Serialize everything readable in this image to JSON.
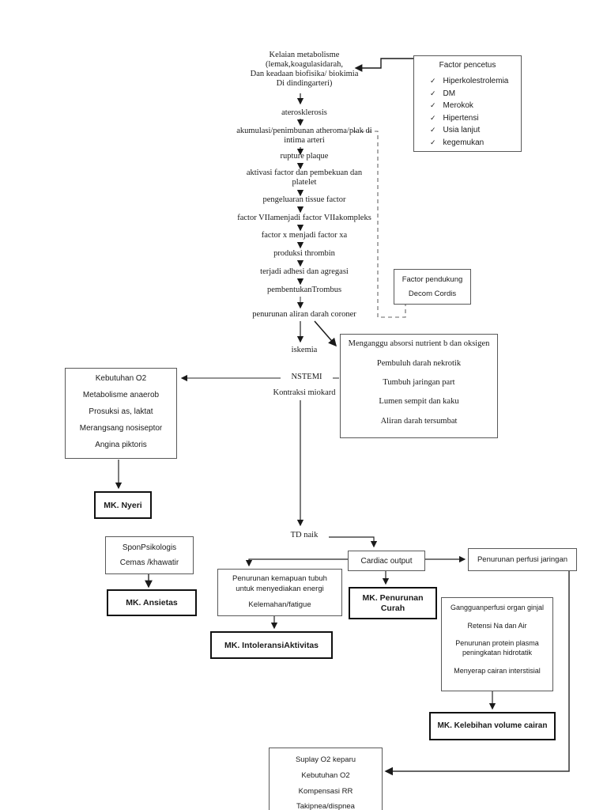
{
  "colors": {
    "bold_border": "#111111",
    "box_border": "#595959",
    "line": "#262626",
    "dashed_line": "#666666",
    "background": "#ffffff"
  },
  "icons": {
    "check_icon": "✓"
  },
  "top_block": {
    "lines": [
      "Kelaian metabolisme",
      "(lemak,koagulasidarah,",
      "Dan keadaan biofisika/ biokimia",
      "Di dindingarteri)"
    ]
  },
  "chain": [
    "aterosklerosis",
    "akumulasi/penimbunan atheroma/plak di intima arteri",
    "rupture plaque",
    "aktivasi factor dan pembekuan dan platelet",
    "pengeluaran tissue factor",
    "factor VIIamenjadi factor VIIakompleks",
    "factor x menjadi factor xa",
    "produksi thrombin",
    "terjadi adhesi dan agregasi",
    "pembentukanTrombus",
    "penurunan aliran darah coroner",
    "iskemia",
    "NSTEMI",
    "Kontraksi miokard",
    "TD naik"
  ],
  "factor_pencetus": {
    "title": "Factor pencetus",
    "items": [
      "Hiperkolestrolemia",
      "DM",
      "Merokok",
      "Hipertensi",
      "Usia lanjut",
      "kegemukan"
    ]
  },
  "factor_pendukung": {
    "title": "Factor pendukung",
    "subtitle": "Decom Cordis"
  },
  "vascular_box": {
    "lines": [
      "Menganggu absorsi nutrient b dan oksigen",
      "Pembuluh darah nekrotik",
      "Tumbuh jaringan part",
      "Lumen sempit dan kaku",
      "Aliran darah tersumbat"
    ]
  },
  "o2_box": {
    "lines": [
      "Kebutuhan O2",
      "Metabolisme anaerob",
      "Prosuksi as, laktat",
      "Merangsang nosiseptor",
      "Angina piktoris"
    ]
  },
  "mk_nyeri": "MK. Nyeri",
  "psiko_box": {
    "line1": "SponPsikologis",
    "line2": "Cemas /khawatir"
  },
  "mk_ansietas": "MK. Ansietas",
  "cardiac_output": "Cardiac output",
  "perfusi_box": "Penurunan perfusi jaringan",
  "energy_box": {
    "line1": "Penurunan kemapuan tubuh",
    "line2": "untuk menyediakan energi",
    "line3": "Kelemahan/fatigue"
  },
  "mk_intoleransi": "MK. IntoleransiAktivitas",
  "mk_curah": {
    "line1": "MK. Penurunan",
    "line2": "Curah"
  },
  "ginjal_box": {
    "lines": [
      "Gangguanperfusi organ ginjal",
      "Retensi Na dan Air",
      "Penurunan protein plasma peningkatan hidrotatik",
      "Menyerap cairan interstisial"
    ]
  },
  "mk_volume": "MK. Kelebihan volume cairan",
  "bottom_box": {
    "lines": [
      "Suplay O2 keparu",
      "Kebutuhan O2",
      "Kompensasi RR",
      "Takipnea/dispnea"
    ]
  }
}
